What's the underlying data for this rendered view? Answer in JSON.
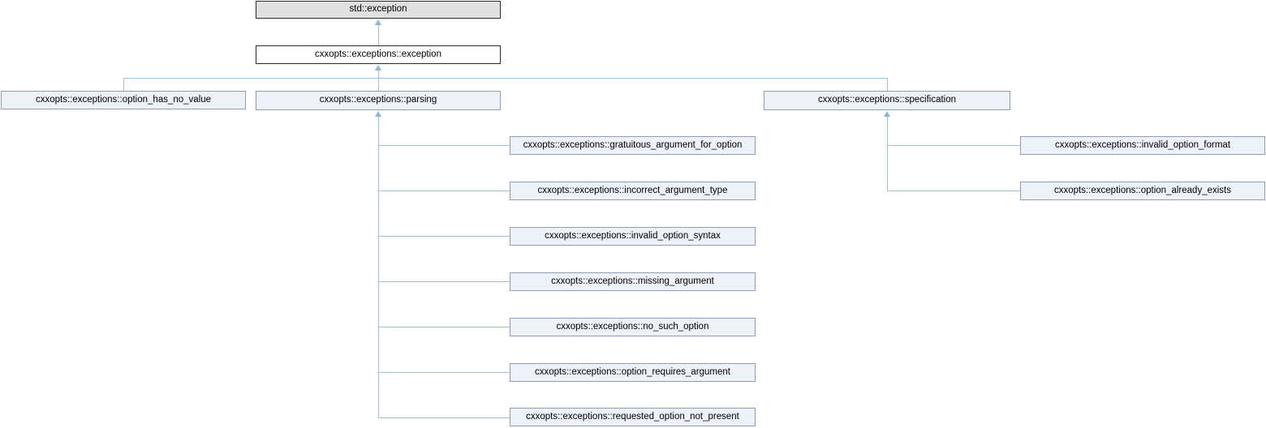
{
  "diagram": {
    "type": "class-inheritance-diagram",
    "colors": {
      "edge": "#9fc5de",
      "arrowhead": "#8cb8d4",
      "derived_fill": "#edf1f8",
      "derived_border": "#8d9dc0",
      "root_fill": "#e0e0e0",
      "root_border": "#2b2b2b",
      "base_fill": "#ffffff",
      "background": "#ffffff",
      "text": "#000000"
    },
    "nodes": {
      "std_exception": "std::exception",
      "exception": "cxxopts::exceptions::exception",
      "option_has_no_value": "cxxopts::exceptions::option_has_no_value",
      "parsing": "cxxopts::exceptions::parsing",
      "specification": "cxxopts::exceptions::specification",
      "gratuitous_argument_for_option": "cxxopts::exceptions::gratuitous_argument_for_option",
      "incorrect_argument_type": "cxxopts::exceptions::incorrect_argument_type",
      "invalid_option_syntax": "cxxopts::exceptions::invalid_option_syntax",
      "missing_argument": "cxxopts::exceptions::missing_argument",
      "no_such_option": "cxxopts::exceptions::no_such_option",
      "option_requires_argument": "cxxopts::exceptions::option_requires_argument",
      "requested_option_not_present": "cxxopts::exceptions::requested_option_not_present",
      "invalid_option_format": "cxxopts::exceptions::invalid_option_format",
      "option_already_exists": "cxxopts::exceptions::option_already_exists"
    },
    "edges": [
      {
        "child": "exception",
        "parent": "std_exception"
      },
      {
        "child": "option_has_no_value",
        "parent": "exception"
      },
      {
        "child": "parsing",
        "parent": "exception"
      },
      {
        "child": "specification",
        "parent": "exception"
      },
      {
        "child": "gratuitous_argument_for_option",
        "parent": "parsing"
      },
      {
        "child": "incorrect_argument_type",
        "parent": "parsing"
      },
      {
        "child": "invalid_option_syntax",
        "parent": "parsing"
      },
      {
        "child": "missing_argument",
        "parent": "parsing"
      },
      {
        "child": "no_such_option",
        "parent": "parsing"
      },
      {
        "child": "option_requires_argument",
        "parent": "parsing"
      },
      {
        "child": "requested_option_not_present",
        "parent": "parsing"
      },
      {
        "child": "invalid_option_format",
        "parent": "specification"
      },
      {
        "child": "option_already_exists",
        "parent": "specification"
      }
    ]
  }
}
